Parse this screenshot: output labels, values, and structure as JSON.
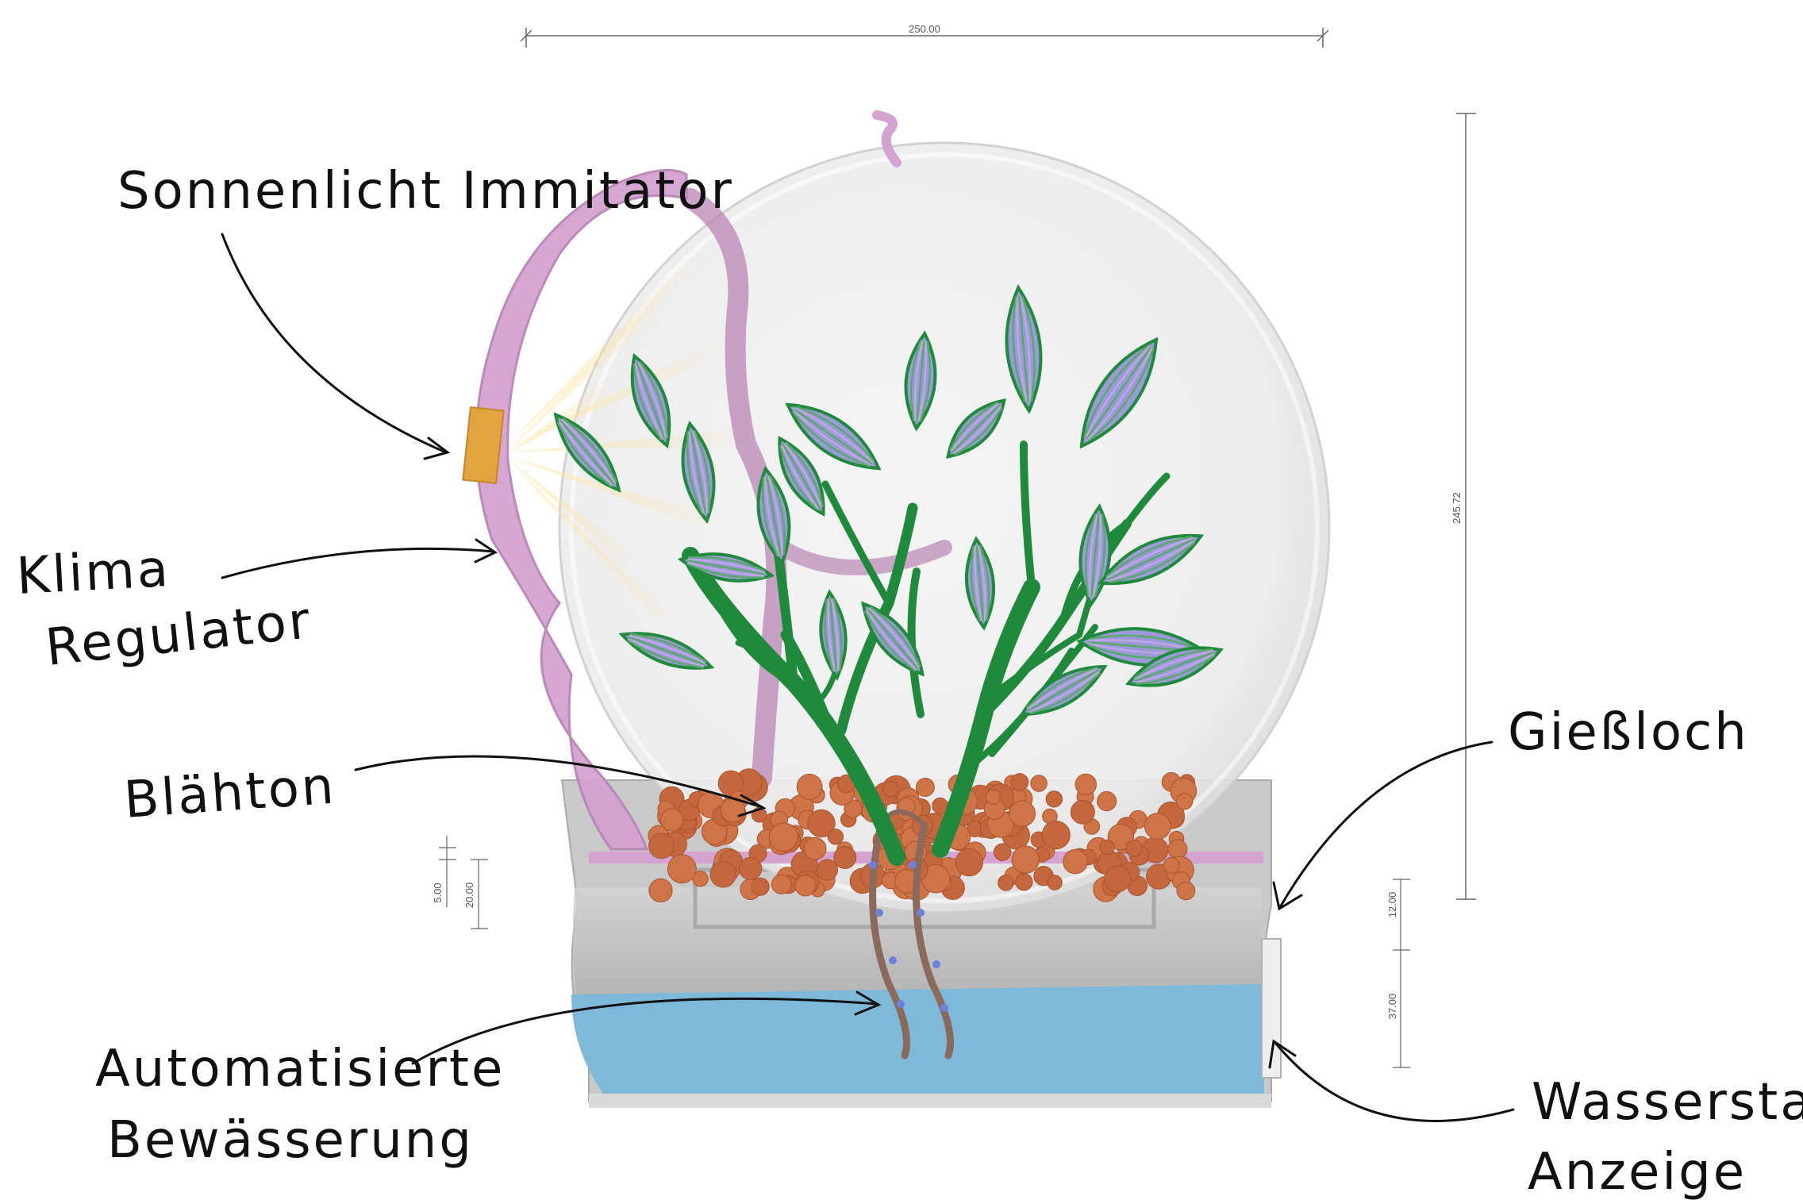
{
  "labels": {
    "sunlight_imitator": "Sonnenlicht Immitator",
    "climate_regulator_line1": "Klima",
    "climate_regulator_line2": "Regulator",
    "clay_pebbles": "Blähton",
    "auto_irrigation_line1": "Automatisierte",
    "auto_irrigation_line2": "Bewässerung",
    "watering_hole": "Gießloch",
    "water_level_line1": "Wasserstand",
    "water_level_line2": "Anzeige"
  },
  "dimensions": {
    "width": "250.00",
    "height": "245.72",
    "small_1": "5.00",
    "small_2": "20.00",
    "right_1": "12.00",
    "right_2": "37.00"
  },
  "colors": {
    "globe_fill": "#ececec",
    "globe_stroke": "#cfcfcf",
    "purple_parts": "#d4a3d0",
    "purple_dark": "#b884b4",
    "lamp": "#e3a33f",
    "light_rays": "#f3d58a",
    "leaf_green": "#1f8a3c",
    "leaf_inner": "#8e8ed0",
    "pebbles": "#c4673f",
    "base_grey": "#b9b9b9",
    "base_light": "#dedede",
    "water": "#7fb9d9",
    "roots": "#8a6a5a"
  }
}
